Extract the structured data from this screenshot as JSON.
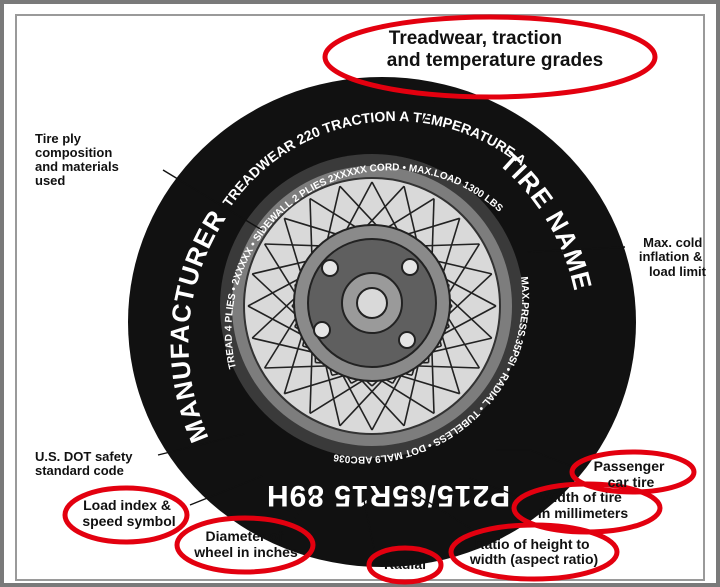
{
  "colors": {
    "tire": "#111111",
    "highlight_oval": "#e3000f",
    "frame": "#7a7a7a",
    "text": "#111111",
    "rim": "#7d7d7d"
  },
  "callouts": {
    "treadwear": {
      "line1": "Treadwear, traction",
      "line2": "and temperature grades"
    },
    "ply": {
      "line1": "Tire ply",
      "line2": "composition",
      "line3": "and materials",
      "line4": "used"
    },
    "max_inflation": {
      "line1": "Max. cold",
      "line2": "inflation &",
      "line3": "load limit"
    },
    "dot": {
      "line1": "U.S. DOT safety",
      "line2": "standard code"
    },
    "load_index": {
      "line1": "Load index &",
      "line2": "speed symbol"
    },
    "diameter": {
      "line1": "Diameter of",
      "line2": "wheel in inches"
    },
    "radial": {
      "line1": "Radial"
    },
    "aspect": {
      "line1": "Ratio of height to",
      "line2": "width (aspect ratio)"
    },
    "width": {
      "line1": "Width of tire",
      "line2": "in millimeters"
    },
    "passenger": {
      "line1": "Passenger",
      "line2": "car tire"
    }
  },
  "sidewall": {
    "grades": "TREADWEAR 220   TRACTION A   TEMPERATURE A",
    "manufacturer": "MANUFACTURER",
    "tire_name": "TIRE NAME",
    "ply_line": "TREAD 4 PLIES • 2XXXXX • SIDEWALL 2 PLIES 2XXXXX CORD • MAX.LOAD 1300 LBS",
    "pressure_line": "MAX.PRESS.35PSI • RADIAL • TUBELESS • DOT MAL9 ABC036",
    "size_code": "P215/65R15 89H"
  }
}
